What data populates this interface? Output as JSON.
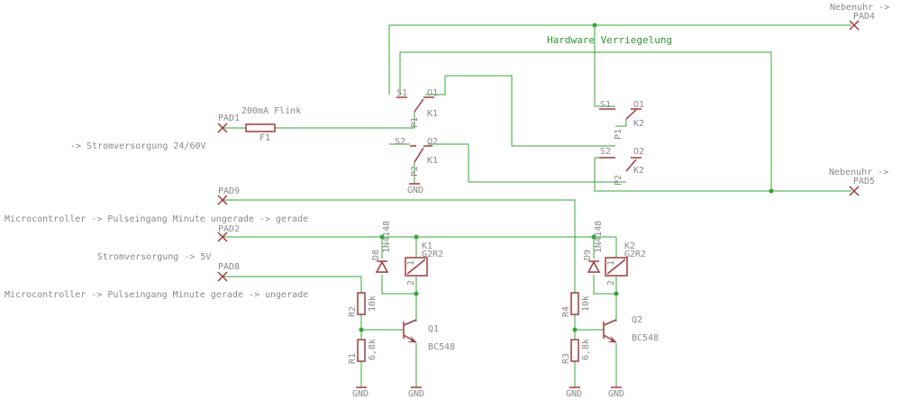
{
  "diagram": {
    "title": "Hardware Verriegelung",
    "colors": {
      "wire": "#33a833",
      "part": "#a33a3a",
      "text": "#8a8a8a",
      "title": "#2e9a2e"
    },
    "notes": {
      "nebenuhr_1": "Nebenuhr ->",
      "nebenuhr_2": "Nebenuhr ->",
      "stromversorgung_24": "-> Stromversorgung 24/60V",
      "mc_ungerade": "Microcontroller -> Pulseingang Minute ungerade -> gerade",
      "stromversorgung_5": "Stromversorgung -> 5V",
      "mc_gerade": "Microcontroller -> Pulseingang Minute gerade -> ungerade"
    },
    "pads": {
      "pad1": "PAD1",
      "pad2": "PAD2",
      "pad4": "PAD4",
      "pad5": "PAD5",
      "pad8": "PAD8",
      "pad9": "PAD9"
    },
    "fuse": {
      "name": "F1",
      "value": "200mA Flink"
    },
    "relay_contacts": {
      "k1a": {
        "name": "K1",
        "s": "S1",
        "o": "O1",
        "p": "P1"
      },
      "k1b": {
        "name": "K1",
        "s": "S2",
        "o": "O2",
        "p": "P2"
      },
      "k2a": {
        "name": "K2",
        "s": "S1",
        "o": "O1",
        "p": "P1"
      },
      "k2b": {
        "name": "K2",
        "s": "S2",
        "o": "O2",
        "p": "P2"
      }
    },
    "relays": {
      "k1": {
        "name": "K1",
        "type": "G2R2",
        "pin1": "1",
        "pin2": "2"
      },
      "k2": {
        "name": "K2",
        "type": "G2R2",
        "pin1": "1",
        "pin2": "2"
      }
    },
    "diodes": {
      "d8": {
        "name": "D8",
        "type": "1N4148"
      },
      "d9": {
        "name": "D9",
        "type": "1N4148"
      }
    },
    "resistors": {
      "r1": {
        "name": "R1",
        "value": "6,8k"
      },
      "r2": {
        "name": "R2",
        "value": "10k"
      },
      "r3": {
        "name": "R3",
        "value": "6,8k"
      },
      "r4": {
        "name": "R4",
        "value": "10k"
      }
    },
    "transistors": {
      "q1": {
        "name": "Q1",
        "type": "BC548"
      },
      "q2": {
        "name": "Q2",
        "type": "BC548"
      }
    },
    "gnd": {
      "g1": "GND",
      "g2": "GND",
      "g3": "GND",
      "g4": "GND",
      "g5": "GND"
    }
  }
}
